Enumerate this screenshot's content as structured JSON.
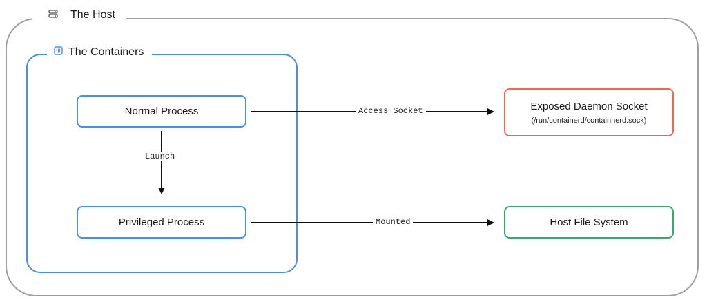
{
  "host": {
    "title": "The Host",
    "icon": "server-icon"
  },
  "containers": {
    "title": "The Containers",
    "icon": "container-icon"
  },
  "nodes": {
    "normal_process": {
      "label": "Normal Process"
    },
    "privileged_process": {
      "label": "Privileged Process"
    },
    "daemon_socket": {
      "label": "Exposed Daemon Socket",
      "path": "(/run/containerd/containnerd.sock)"
    },
    "host_fs": {
      "label": "Host File System"
    }
  },
  "edges": {
    "launch": {
      "label": "Launch",
      "from": "normal_process",
      "to": "privileged_process"
    },
    "access_socket": {
      "label": "Access Socket",
      "from": "normal_process",
      "to": "daemon_socket"
    },
    "mounted": {
      "label": "Mounted",
      "from": "privileged_process",
      "to": "host_fs"
    }
  },
  "colors": {
    "host_border": "#9e9e9e",
    "container_border": "#4a90e2",
    "process_border": "#4a90e2",
    "socket_border": "#ec6a55",
    "filesystem_border": "#3aa76d",
    "arrow": "#111111"
  }
}
